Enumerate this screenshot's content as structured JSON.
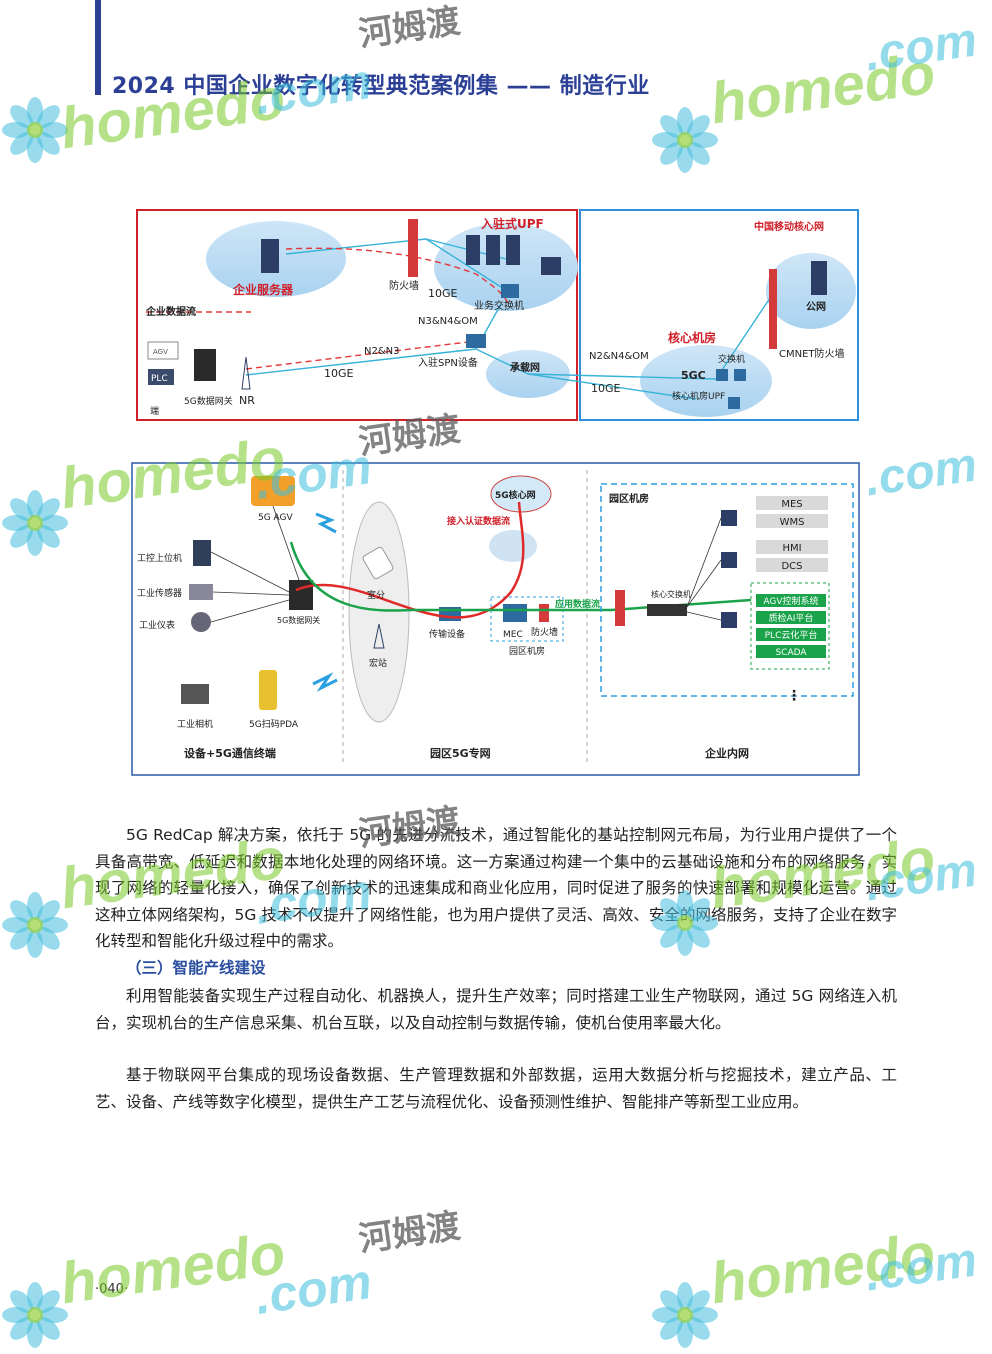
{
  "header": {
    "title": "2024 中国企业数字化转型典范案例集 —— 制造行业"
  },
  "watermark": {
    "text": "homedo",
    "com": ".com",
    "cn": "河姆渡"
  },
  "diagram1": {
    "labels": {
      "upf": "入驻式UPF",
      "server": "企业服务器",
      "firewall": "防火墙",
      "ge1": "10GE",
      "switch": "业务交换机",
      "n3n4om": "N3&N4&OM",
      "dataflow": "企业数据流",
      "n2n3": "N2&N3",
      "spn": "入驻SPN设备",
      "ge2": "10GE",
      "gw": "5G数据网关",
      "nr": "NR",
      "agv": "AGV",
      "plc": "PLC",
      "terminal": "端",
      "bearer": "承载网",
      "core_net": "中国移动核心网",
      "public": "公网",
      "n2n4om": "N2&N4&OM",
      "core_room": "核心机房",
      "sw2": "交换机",
      "fgc": "5GC",
      "core_upf": "核心机房UPF",
      "cmnet": "CMNET防火墙",
      "ge3": "10GE"
    }
  },
  "diagram2": {
    "labels": {
      "agv": "5G AGV",
      "pc": "工控上位机",
      "sensor": "工业传感器",
      "meter": "工业仪表",
      "gw": "5G数据网关",
      "camera": "工业相机",
      "pda": "5G扫码PDA",
      "col1": "设备+5G通信终端",
      "indoor": "室分",
      "macro": "宏站",
      "col2": "园区5G专网",
      "core": "5G核心网",
      "auth": "接入认证数据流",
      "transport": "传输设备",
      "mec": "MEC",
      "fw": "防火墙",
      "room": "园区机房",
      "app_flow": "应用数据流",
      "room2": "园区机房",
      "core_sw": "核心交换机",
      "col3": "企业内网",
      "systems": [
        "MES",
        "WMS",
        "HMI",
        "DCS"
      ],
      "green_systems": [
        "AGV控制系统",
        "质检AI平台",
        "PLC云化平台",
        "SCADA"
      ],
      "dots": "⋮"
    }
  },
  "body": {
    "p1": "5G RedCap 解决方案，依托于 5G 的先进分流技术，通过智能化的基站控制网元布局，为行业用户提供了一个具备高带宽、低延迟和数据本地化处理的网络环境。这一方案通过构建一个集中的云基础设施和分布的网络服务，实现了网络的轻量化接入，确保了创新技术的迅速集成和商业化应用，同时促进了服务的快速部署和规模化运营。通过这种立体网络架构，5G 技术不仅提升了网络性能，也为用户提供了灵活、高效、安全的网络服务，支持了企业在数字化转型和智能化升级过程中的需求。",
    "h3": "（三）智能产线建设",
    "p2": "利用智能装备实现生产过程自动化、机器换人，提升生产效率；同时搭建工业生产物联网，通过 5G 网络连入机台，实现机台的生产信息采集、机台互联，以及自动控制与数据传输，使机台使用率最大化。",
    "p3": "基于物联网平台集成的现场设备数据、生产管理数据和外部数据，运用大数据分析与挖掘技术，建立产品、工艺、设备、产线等数字化模型，提供生产工艺与流程优化、设备预测性维护、智能排产等新型工业应用。"
  },
  "footer": {
    "page": "·040·"
  }
}
